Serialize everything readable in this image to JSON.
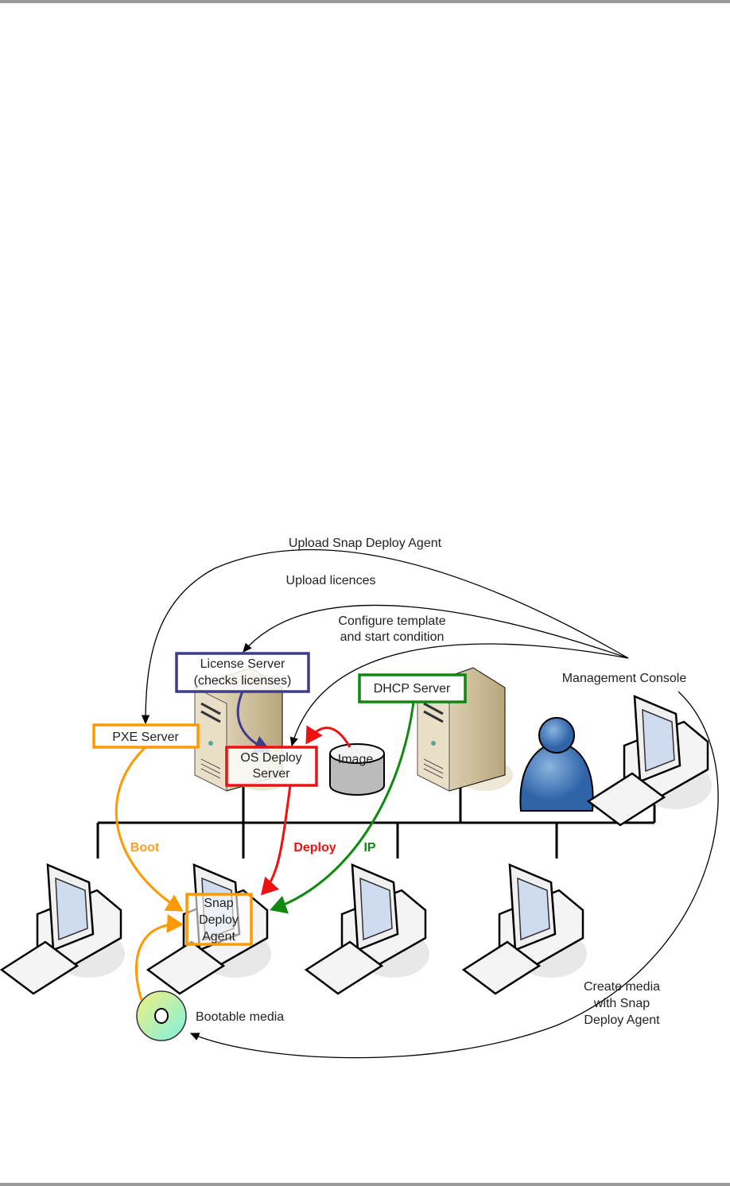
{
  "diagram": {
    "labels": {
      "upload_agent": "Upload Snap Deploy Agent",
      "upload_licences": "Upload licences",
      "configure_line1": "Configure template",
      "configure_line2": "and start condition",
      "management_console": "Management Console",
      "license_server_line1": "License Server",
      "license_server_line2": "(checks licenses)",
      "dhcp_server": "DHCP Server",
      "pxe_server": "PXE Server",
      "os_deploy_line1": "OS Deploy",
      "os_deploy_line2": "Server",
      "image": "Image",
      "boot": "Boot",
      "deploy": "Deploy",
      "ip": "IP",
      "agent_line1": "Snap",
      "agent_line2": "Deploy",
      "agent_line3": "Agent",
      "bootable_media": "Bootable media",
      "create_line1": "Create media",
      "create_line2": "with Snap",
      "create_line3": "Deploy Agent"
    },
    "colors": {
      "license": "#3c3c8c",
      "pxe": "#ff9900",
      "deploy": "#ee1111",
      "dhcp": "#118811",
      "boot_text": "#ffa020"
    }
  }
}
